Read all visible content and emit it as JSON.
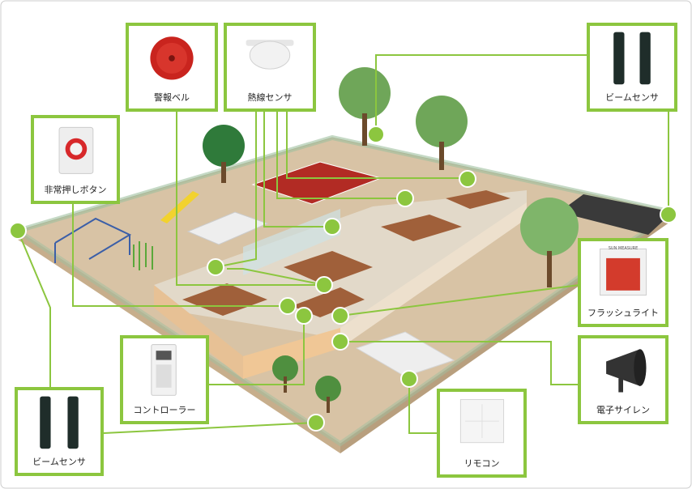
{
  "accent_color": "#8cc63f",
  "devices": {
    "alarm_bell": {
      "label": "警報ベル",
      "icon": "alarm-bell-icon"
    },
    "heat_sensor": {
      "label": "熱線センサ",
      "icon": "heat-sensor-icon"
    },
    "beam_sensor_top": {
      "label": "ビームセンサ",
      "icon": "beam-sensor-icon"
    },
    "emergency_button": {
      "label": "非常押しボタン",
      "icon": "emergency-button-icon"
    },
    "flash_light": {
      "label": "フラッシュライト",
      "icon": "flash-light-icon"
    },
    "electronic_siren": {
      "label": "電子サイレン",
      "icon": "siren-horn-icon"
    },
    "controller": {
      "label": "コントローラー",
      "icon": "controller-panel-icon"
    },
    "remote": {
      "label": "リモコン",
      "icon": "remote-switch-icon"
    },
    "beam_sensor_bottom": {
      "label": "ビームセンサ",
      "icon": "beam-sensor-icon"
    }
  },
  "flash_light_panel_text": "SUN MEASURE"
}
